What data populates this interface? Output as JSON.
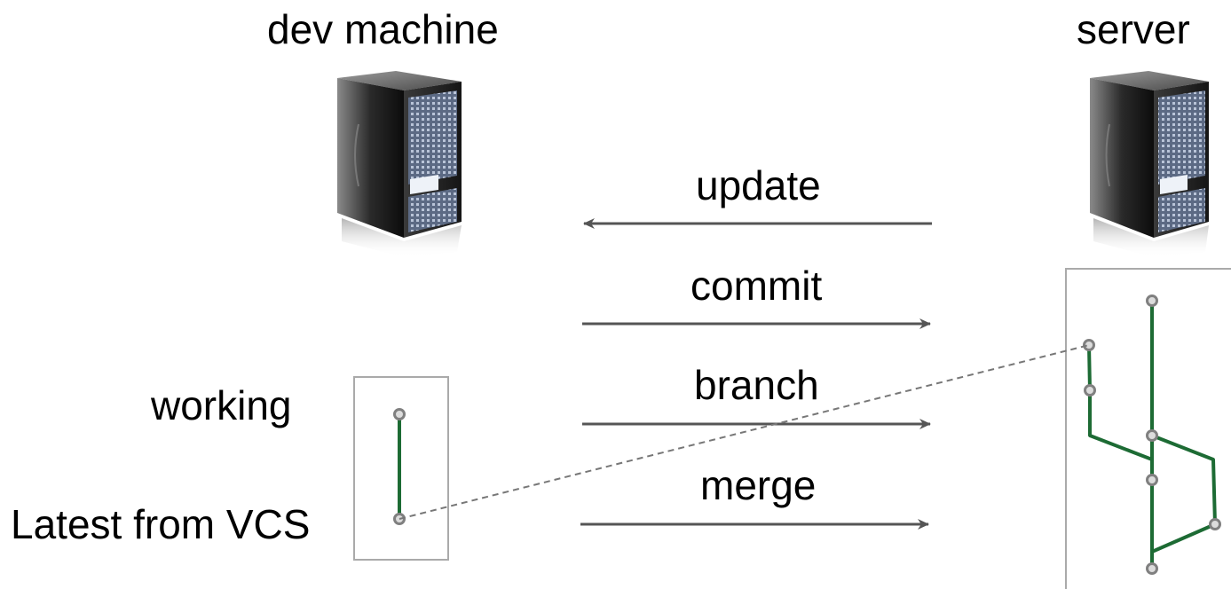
{
  "machines": {
    "dev": {
      "title": "dev machine"
    },
    "server": {
      "title": "server"
    }
  },
  "operations": {
    "update": "update",
    "commit": "commit",
    "branch": "branch",
    "merge": "merge"
  },
  "working_copy": {
    "top_label": "working",
    "bottom_label": "Latest from VCS"
  },
  "colors": {
    "line": "#1d6b34",
    "node_fill": "#dcdcdc",
    "node_stroke": "#808080",
    "arrow": "#555555",
    "box": "#aaaaaa",
    "dashed": "#777777"
  }
}
